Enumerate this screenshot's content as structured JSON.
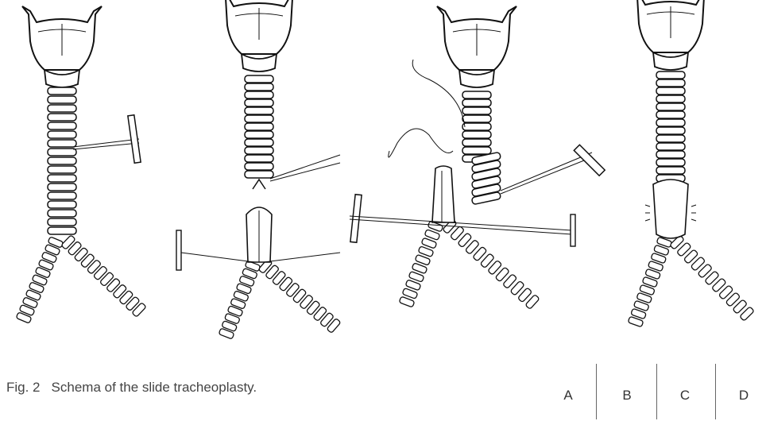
{
  "caption": {
    "label": "Fig. 2",
    "text": "Schema of the slide tracheoplasty."
  },
  "panels": [
    "A",
    "B",
    "C",
    "D"
  ]
}
